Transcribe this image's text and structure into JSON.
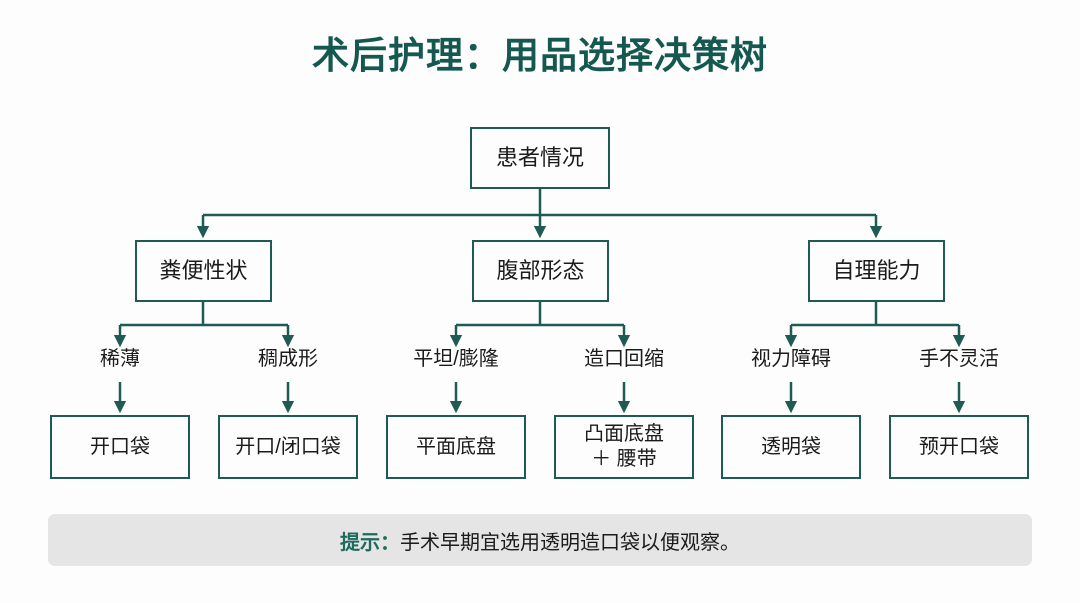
{
  "page": {
    "title": "术后护理：用品选择决策树",
    "accent_color": "#15584f",
    "box_border_color": "#1e5b53",
    "background_color": "#fdfdfd"
  },
  "tree": {
    "root": {
      "label": "患者情况"
    },
    "branches": [
      {
        "label": "粪便性状",
        "children": [
          {
            "condition": "稀薄",
            "result_line1": "开口袋",
            "result_line2": ""
          },
          {
            "condition": "稠成形",
            "result_line1": "开口/闭口袋",
            "result_line2": ""
          }
        ]
      },
      {
        "label": "腹部形态",
        "children": [
          {
            "condition": "平坦/膨隆",
            "result_line1": "平面底盘",
            "result_line2": ""
          },
          {
            "condition": "造口回缩",
            "result_line1": "凸面底盘",
            "result_line2": "＋ 腰带"
          }
        ]
      },
      {
        "label": "自理能力",
        "children": [
          {
            "condition": "视力障碍",
            "result_line1": "透明袋",
            "result_line2": ""
          },
          {
            "condition": "手不灵活",
            "result_line1": "预开口袋",
            "result_line2": ""
          }
        ]
      }
    ]
  },
  "tip": {
    "label": "提示：",
    "text": "手术早期宜选用透明造口袋以便观察。",
    "label_color": "#1e6b5e",
    "background_color": "#e5e5e5"
  }
}
